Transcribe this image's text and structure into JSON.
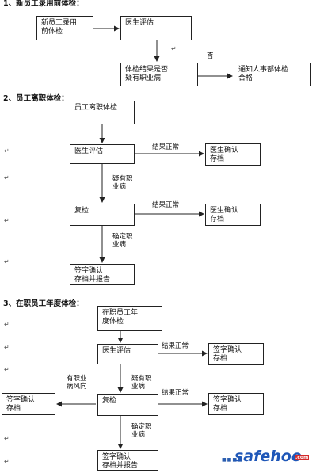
{
  "sections": [
    {
      "title": "1、新员工录用前体检："
    },
    {
      "title": "2、员工离职体检："
    },
    {
      "title": "3、在职员工年度体检："
    }
  ],
  "s1": {
    "pre_hire_exam": "新员工录用\n前体检",
    "doctor_eval": "医生评估",
    "suspected": "体检结果是否\n疑有职业病",
    "notify_hr": "通知人事部体检\n合格",
    "no_label": "否"
  },
  "s2": {
    "exit_exam": "员工离职体检",
    "doctor_eval": "医生评估",
    "result_normal_1": "结果正常",
    "confirm_archive_1": "医生确认\n存档",
    "suspected": "疑有职\n业病",
    "recheck": "复检",
    "result_normal_2": "结果正常",
    "confirm_archive_2": "医生确认\n存档",
    "confirmed": "确定职\n业病",
    "sign_report": "签字确认\n存档并报告"
  },
  "s3": {
    "annual_exam": "在职员工年\n度体检",
    "doctor_eval": "医生评估",
    "result_normal_1": "结果正常",
    "sign_archive_1": "签字确认\n存档",
    "high_risk": "有职业\n病风向",
    "suspected": "疑有职\n业病",
    "sign_archive_left": "签字确认\n存档",
    "recheck": "复检",
    "result_normal_2": "结果正常",
    "sign_archive_2": "签字确认\n存档",
    "confirmed": "确定职\n业病",
    "sign_report": "签字确认\n存档并报告"
  },
  "logo": {
    "dots": "■■■■",
    "word": "safehoo",
    "tld": ".com"
  },
  "paragraph_mark": "↵",
  "colors": {
    "line": "#222222",
    "logo_blue": "#1f57b8",
    "logo_red": "#d42a2a"
  }
}
